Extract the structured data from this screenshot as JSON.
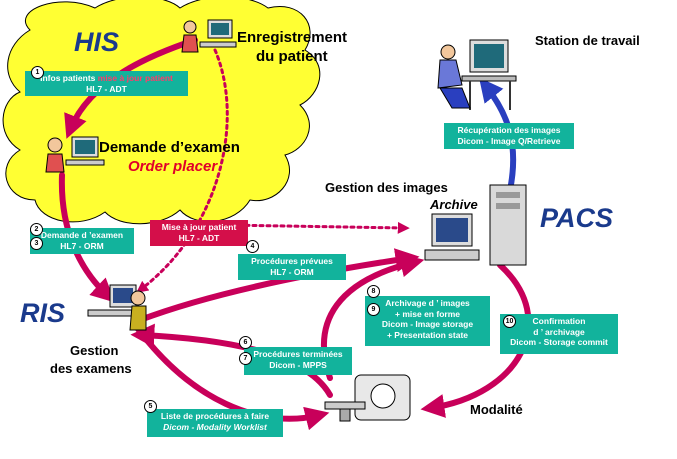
{
  "systems": {
    "his": "HIS",
    "ris": "RIS",
    "pacs": "PACS"
  },
  "labels": {
    "enregistrement_line1": "Enregistrement",
    "enregistrement_line2": "du patient",
    "demande": "Demande d’examen",
    "order_placer": "Order placer",
    "station": "Station de travail",
    "gestion_images": "Gestion des images",
    "archive": "Archive",
    "gestion_examens_line1": "Gestion",
    "gestion_examens_line2": "des examens",
    "modalite": "Modalité"
  },
  "messages": [
    {
      "num": "1",
      "line1a": "Infos  patients",
      "line1b": "mise à jour patient",
      "line2": "HL7 - ADT"
    },
    {
      "num": "2",
      "line1": "Demande d ’examen",
      "line2": ""
    },
    {
      "num": "3",
      "line1": "HL7 - ORM",
      "line2": ""
    },
    {
      "num": "",
      "line1": "Mise à jour patient",
      "line2": "HL7 - ADT"
    },
    {
      "num": "4",
      "line1": "Procédures  prévues",
      "line2": "HL7 - ORM"
    },
    {
      "num": "",
      "line1": "Récupération des images",
      "line2": "Dicom - Image Q/Retrieve"
    },
    {
      "num": "8",
      "line1": "Archivage d ’ images",
      "line2": "+ mise en forme"
    },
    {
      "num": "9",
      "line1": "Dicom - Image storage",
      "line2": "+ Presentation state"
    },
    {
      "num": "10",
      "line1": "Confirmation",
      "line2": "d ’ archivage",
      "line3": "Dicom - Storage commit"
    },
    {
      "num": "6",
      "line1": "Procédures terminées",
      "line2": "Dicom - MPPS"
    },
    {
      "num": "7",
      "line1": "",
      "line2": ""
    },
    {
      "num": "5",
      "line1": "Liste de procédures à faire",
      "line2": "Dicom - Modality Worklist"
    }
  ],
  "colors": {
    "cloud": "#ffff33",
    "teal": "#12b39c",
    "arrow": "#c8005a",
    "pink_text": "#ff3b6b",
    "red_box": "#d40f4a",
    "blue_arrow": "#2a3fbf",
    "system_text": "#1a3a8c"
  }
}
